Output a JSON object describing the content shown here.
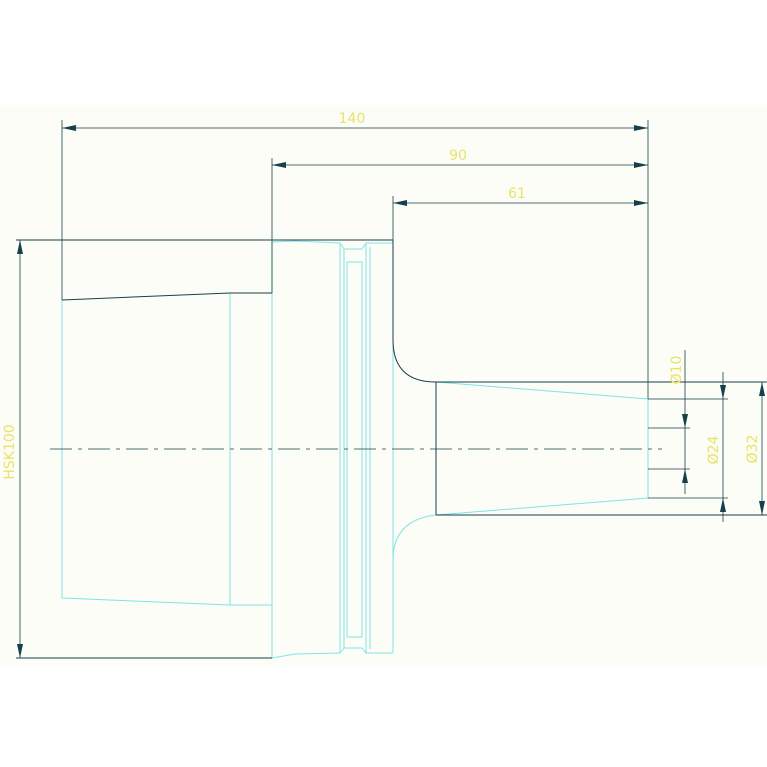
{
  "drawing": {
    "dimensions": {
      "length_140": "140",
      "length_90": "90",
      "length_61": "61",
      "dia_10": "Ø10",
      "dia_24": "Ø24",
      "dia_32": "Ø32",
      "hsk": "HSK100"
    },
    "colors": {
      "background": "#fdfdf7",
      "outline": "#16404a",
      "profile": "#7fe3e8",
      "dimension_text": "#e8e36a"
    }
  }
}
